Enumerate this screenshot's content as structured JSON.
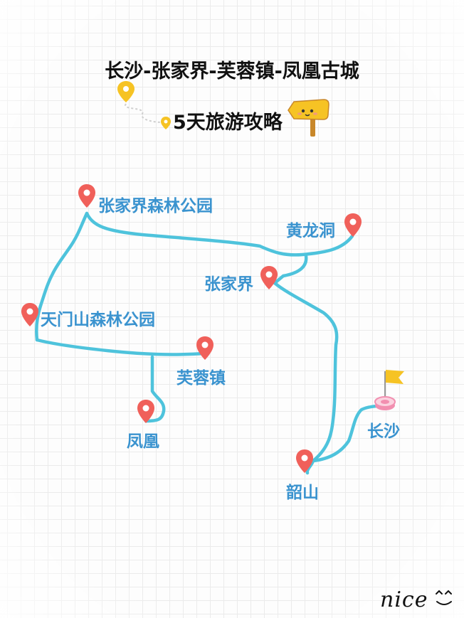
{
  "title": {
    "line1": "长沙-张家界-芙蓉镇-凤凰古城",
    "line2": "5天旅游攻略"
  },
  "places": {
    "zhangjiajie_forest_park": "张家界森林公园",
    "huanglong_cave": "黄龙洞",
    "zhangjiajie": "张家界",
    "tianmenshan_forest_park": "天门山森林公园",
    "furong_town": "芙蓉镇",
    "fenghuang": "凤凰",
    "shaoshan": "韶山",
    "changsha": "长沙"
  },
  "signoff": "nice",
  "colors": {
    "route": "#4ec3dc",
    "pin": "#f0605a",
    "label": "#3a93cf",
    "flag": "#f6c324",
    "start_marker": "#f28fb0"
  },
  "icons": [
    "location-pin-icon",
    "yellow-pin-icon",
    "signpost-icon",
    "flag-icon"
  ]
}
